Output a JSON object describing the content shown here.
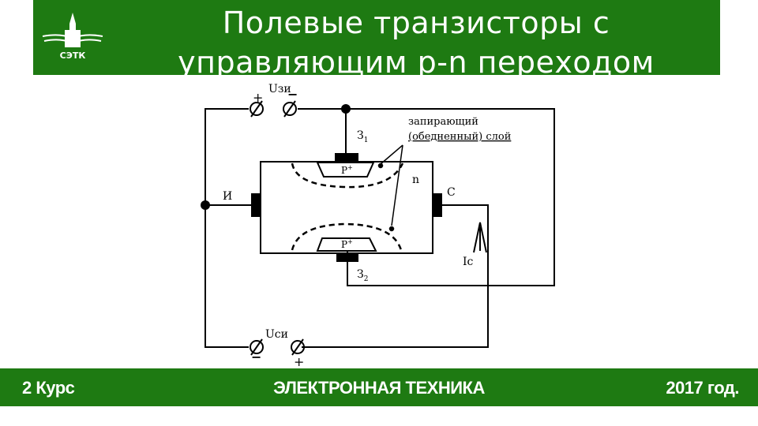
{
  "header": {
    "logo_text": "СЭТК",
    "title": "Полевые транзисторы с управляющим p-n переходом"
  },
  "diagram": {
    "label_uzi": "Uзи",
    "sign_uzi_plus": "+",
    "sign_uzi_minus": "−",
    "label_gate1": "З",
    "label_gate1_sub": "1",
    "label_gate2": "З",
    "label_gate2_sub": "2",
    "label_depletion_1": "запирающий",
    "label_depletion_2": "(обедненный) слой",
    "label_n": "n",
    "label_source": "И",
    "label_drain": "С",
    "label_p_top": "P",
    "label_p_bottom": "P",
    "label_p_sup": "+",
    "label_ic": "Ic",
    "label_usi": "Uси",
    "sign_usi_minus": "−",
    "sign_usi_plus": "+"
  },
  "footer": {
    "left": "2 Курс",
    "center": "ЭЛЕКТРОННАЯ ТЕХНИКА",
    "right": "2017 год."
  }
}
